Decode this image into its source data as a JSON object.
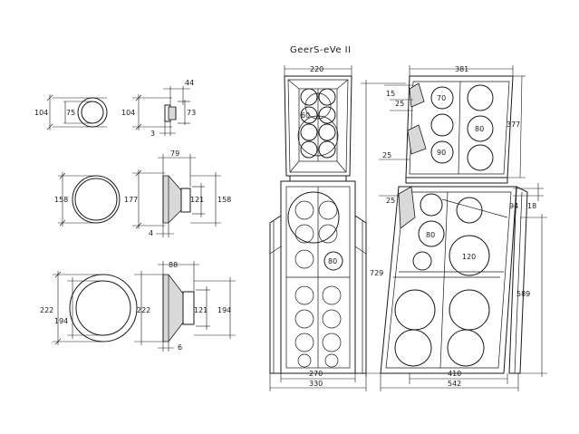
{
  "title": "GeerS-eVe  II",
  "drivers": {
    "small": {
      "front_outer": "104",
      "front_inner": "75",
      "side_outer": "104",
      "side_inner": "73",
      "depth": "44",
      "flange": "3"
    },
    "medium": {
      "front_outer": "158",
      "side_outer": "177",
      "side_inner": "121",
      "side_right": "158",
      "depth": "79",
      "flange": "4"
    },
    "large": {
      "front_outer": "222",
      "front_inner": "194",
      "side_outer": "222",
      "side_inner": "121",
      "side_right": "194",
      "depth": "88",
      "flange": "6"
    }
  },
  "front_view": {
    "top_width": "220",
    "bottom_inner": "270",
    "bottom_outer": "330",
    "label_60": "60",
    "label_80": "80"
  },
  "side_view": {
    "top_depth": "381",
    "top_height": "377",
    "offset_15": "15",
    "offset_25a": "25",
    "offset_25b": "25",
    "offset_25c": "25",
    "label_70": "70",
    "label_80a": "80",
    "label_90": "90",
    "label_80b": "80",
    "label_120": "120",
    "dim_94": "94",
    "dim_18": "18",
    "height_729": "729",
    "height_589": "589",
    "bottom_inner": "410",
    "bottom_outer": "542"
  }
}
